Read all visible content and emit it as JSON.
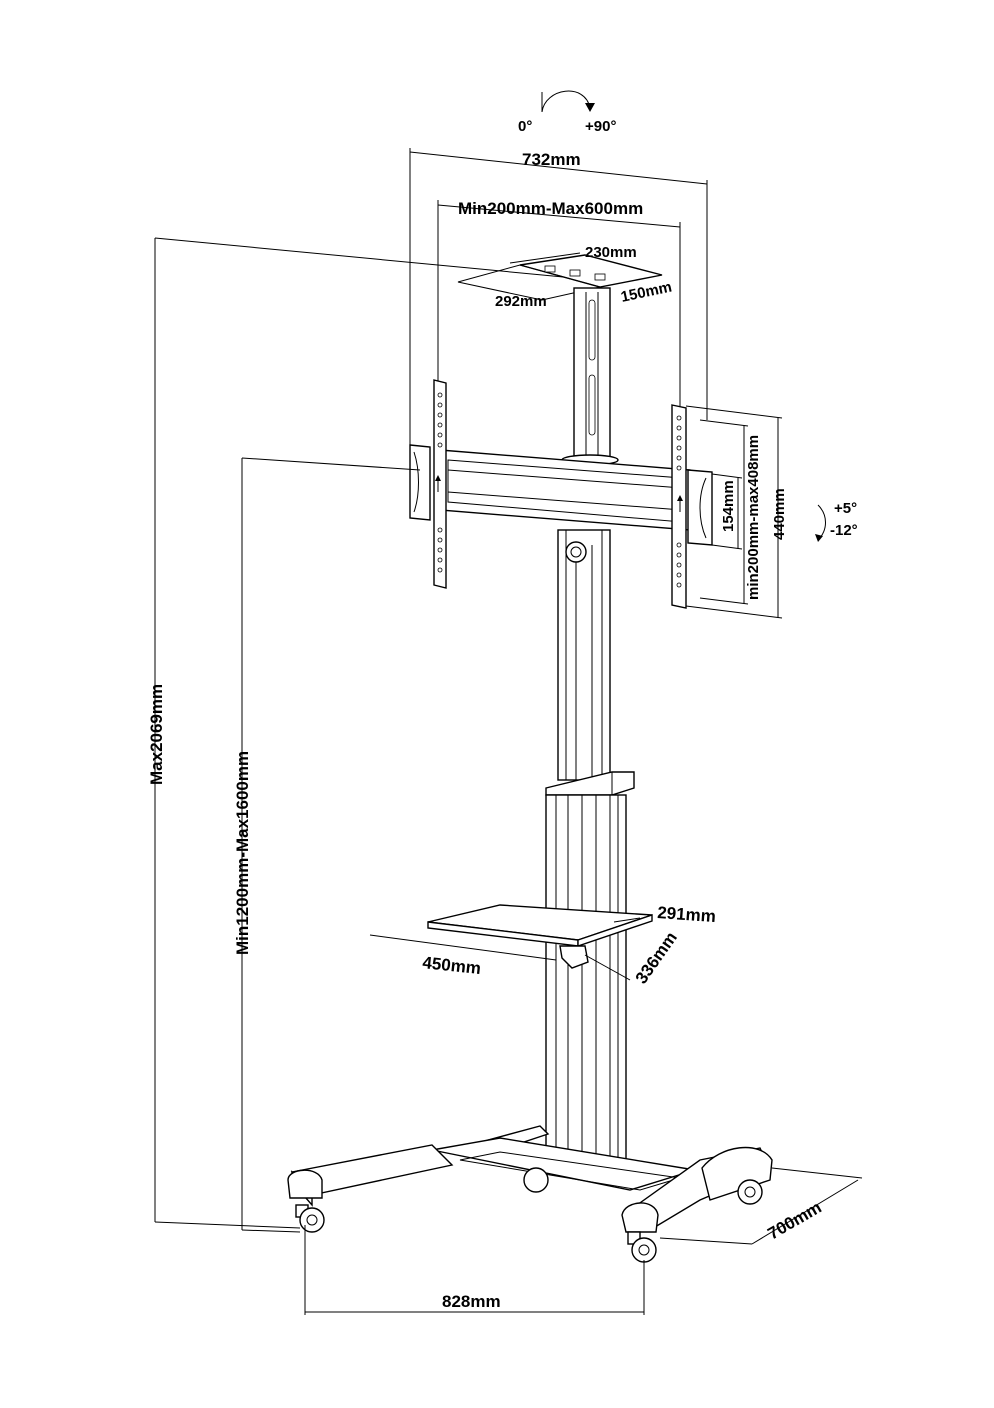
{
  "rotation": {
    "start": "0°",
    "end": "+90°"
  },
  "tilt": {
    "up": "+5°",
    "down": "-12°"
  },
  "dimensions": {
    "overall_width": "732mm",
    "vesa_width": "Min200mm-Max600mm",
    "top_plate_depth": "230mm",
    "top_plate_width": "292mm",
    "top_plate_height": "150mm",
    "bracket_small": "154mm",
    "vesa_height": "min200mm-max408mm",
    "bracket_height": "440mm",
    "max_height": "Max2069mm",
    "mount_height": "Min1200mm-Max1600mm",
    "shelf_depth": "291mm",
    "shelf_width": "450mm",
    "shelf_side": "336mm",
    "base_width": "828mm",
    "base_depth": "700mm"
  }
}
